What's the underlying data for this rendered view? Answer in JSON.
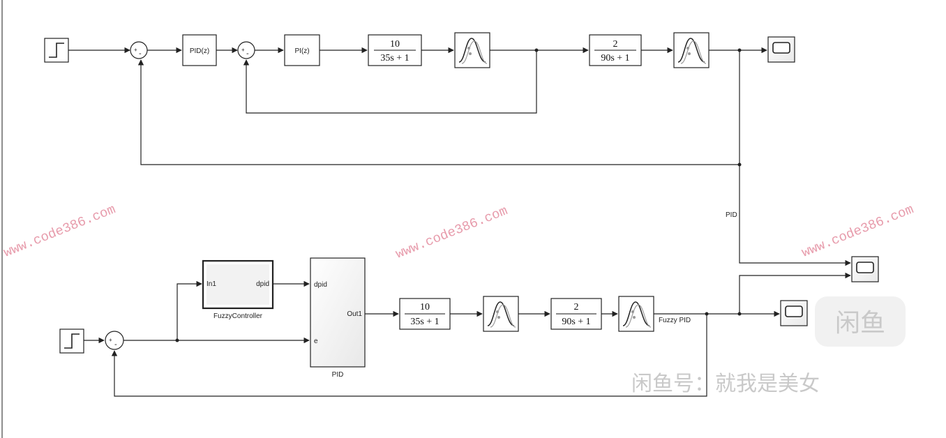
{
  "top": {
    "pid_outer": "PID(z)",
    "pi_inner": "PI(z)",
    "tf1": {
      "num": "10",
      "den": "35s + 1"
    },
    "tf2": {
      "num": "2",
      "den": "90s + 1"
    },
    "pid_label": "PID"
  },
  "bottom": {
    "fuzzy_in": "In1",
    "fuzzy_out": "dpid",
    "fuzzy_name": "FuzzyController",
    "pid_in_dpid": "dpid",
    "pid_in_e": "e",
    "pid_out": "Out1",
    "pid_name": "PID",
    "tf1": {
      "num": "10",
      "den": "35s + 1"
    },
    "tf2": {
      "num": "2",
      "den": "90s + 1"
    },
    "signal": "Fuzzy PID"
  },
  "watermarks": {
    "code": "www.code386.com",
    "logo": "闲鱼",
    "xianyu": "闲鱼号：就我是美女"
  },
  "colors": {
    "line": "#222222",
    "watermark": "#e38a9d"
  }
}
